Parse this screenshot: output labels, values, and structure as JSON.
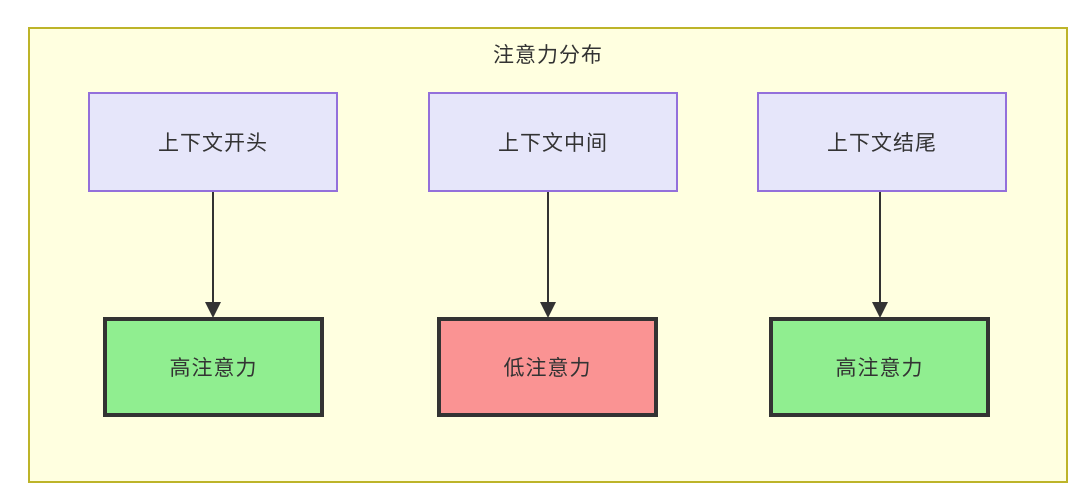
{
  "diagram": {
    "title": "注意力分布",
    "frame": {
      "fill_color": "#ffffe0",
      "border_color": "#bdb429"
    },
    "palette": {
      "source_fill": "#e6e6fa",
      "source_border": "#9370db",
      "high_fill": "#90ee90",
      "low_fill": "#fa9393",
      "result_border": "#333333",
      "connector_color": "#333333",
      "text_color": "#333333"
    },
    "columns": [
      {
        "id": "context-start",
        "source_label": "上下文开头",
        "result_label": "高注意力",
        "result_level": "high"
      },
      {
        "id": "context-middle",
        "source_label": "上下文中间",
        "result_label": "低注意力",
        "result_level": "low"
      },
      {
        "id": "context-end",
        "source_label": "上下文结尾",
        "result_label": "高注意力",
        "result_level": "high"
      }
    ]
  }
}
